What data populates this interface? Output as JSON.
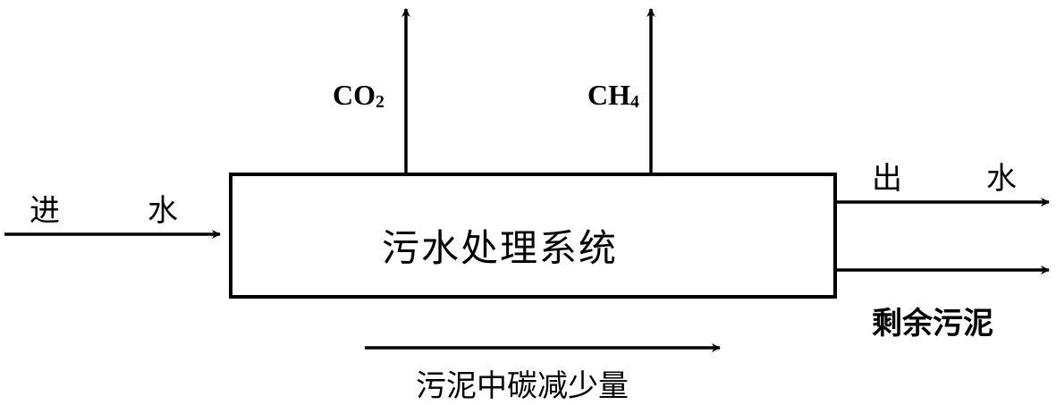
{
  "inlet": {
    "char1": "进",
    "char2": "水"
  },
  "outlet": {
    "char1": "出",
    "char2": "水"
  },
  "box_label": "污水处理系统",
  "gas_co2": {
    "base": "CO",
    "sub": "2"
  },
  "gas_ch4": {
    "base": "CH",
    "sub": "4"
  },
  "residual_sludge": "剩余污泥",
  "carbon_reduction": "污泥中碳减少量",
  "colors": {
    "line": "#000000",
    "background": "#ffffff"
  }
}
